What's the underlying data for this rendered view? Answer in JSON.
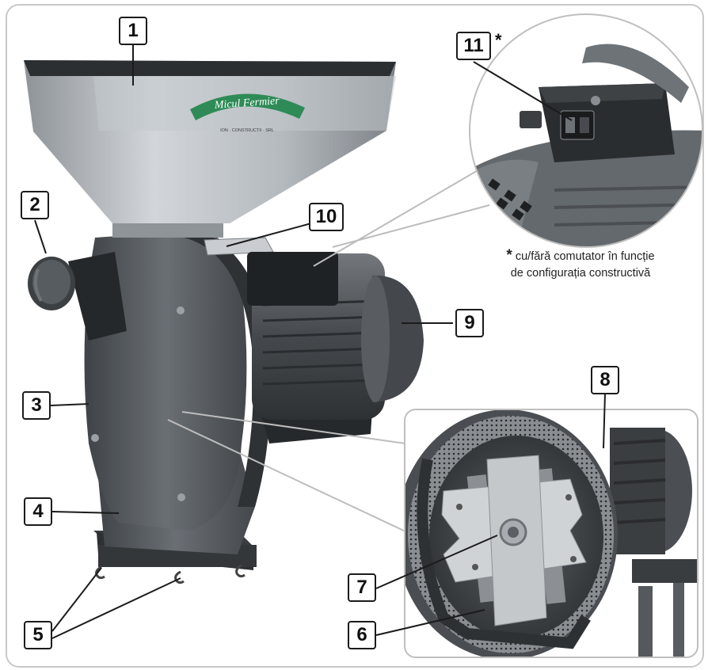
{
  "brand": {
    "logo_text": "Micul Fermier",
    "logo_subtext": "ION · CONSTRUCTII · SRL"
  },
  "callouts": [
    {
      "number": "1",
      "target": "hopper"
    },
    {
      "number": "2",
      "target": "outlet-pipe"
    },
    {
      "number": "3",
      "target": "housing"
    },
    {
      "number": "4",
      "target": "base-frame"
    },
    {
      "number": "5",
      "target": "mounting-hooks"
    },
    {
      "number": "6",
      "target": "sieve"
    },
    {
      "number": "7",
      "target": "rotor-blade"
    },
    {
      "number": "8",
      "target": "grinding-chamber"
    },
    {
      "number": "9",
      "target": "electric-motor"
    },
    {
      "number": "10",
      "target": "shutter-plate"
    },
    {
      "number": "11",
      "target": "switch"
    }
  ],
  "switch_note": {
    "marker": "*",
    "line1": "cu/fără comutator în funcție",
    "line2": "de configurația constructivă"
  },
  "colors": {
    "body_gray": "#555a5e",
    "metal": "#b9bec3",
    "logo_green": "#2e8b57",
    "frame_line": "#c8c8c8"
  }
}
